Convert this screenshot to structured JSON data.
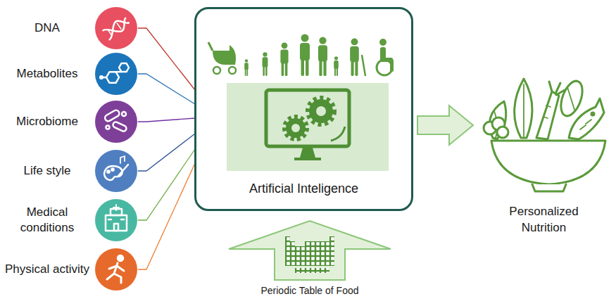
{
  "diagram": {
    "nodes": [
      {
        "text": [
          "DNA"
        ]
      },
      {
        "text": [
          "Metabolites"
        ]
      },
      {
        "text": [
          "Microbiome"
        ]
      },
      {
        "text": [
          "Life style"
        ]
      },
      {
        "text": [
          "Medical conditions"
        ]
      },
      {
        "text": [
          "Physical activity"
        ]
      },
      {
        "text": [
          "Artificial Inteligence"
        ]
      },
      {
        "text": [
          "Periodic Table of Food"
        ]
      },
      {
        "text": [
          "Personalized Nutrition"
        ]
      }
    ],
    "edges": [
      {
        "from": 0,
        "to": 6,
        "arrow": "none"
      },
      {
        "from": 1,
        "to": 6,
        "arrow": "none"
      },
      {
        "from": 2,
        "to": 6,
        "arrow": "none"
      },
      {
        "from": 3,
        "to": 6,
        "arrow": "none"
      },
      {
        "from": 4,
        "to": 6,
        "arrow": "none"
      },
      {
        "from": 5,
        "to": 6,
        "arrow": "none"
      },
      {
        "from": 7,
        "to": 6,
        "arrow": "to"
      },
      {
        "from": 6,
        "to": 8,
        "arrow": "to"
      }
    ]
  }
}
